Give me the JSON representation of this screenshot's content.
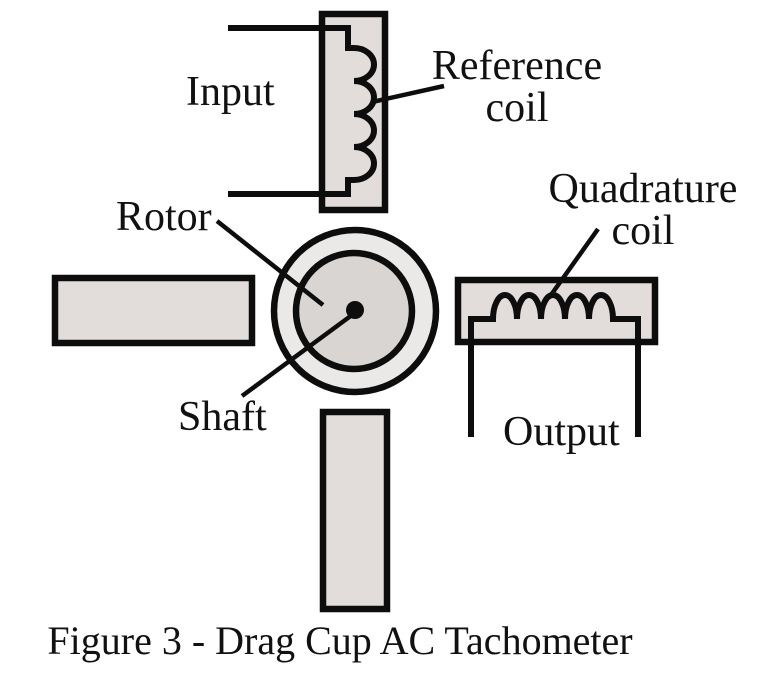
{
  "figure": {
    "caption": "Figure 3 - Drag Cup AC Tachometer"
  },
  "labels": {
    "input": "Input",
    "reference_coil": {
      "line1": "Reference",
      "line2": "coil"
    },
    "quadrature_coil": {
      "line1": "Quadrature",
      "line2": "coil"
    },
    "rotor": "Rotor",
    "shaft": "Shaft",
    "output": "Output"
  },
  "colors": {
    "background": "#ffffff",
    "line": "#0d0d0d",
    "pole_fill": "#e2ddda",
    "drag_cup_fill": "#ebe9e8",
    "rotor_fill": "#d8d5d2",
    "text": "#111111"
  }
}
